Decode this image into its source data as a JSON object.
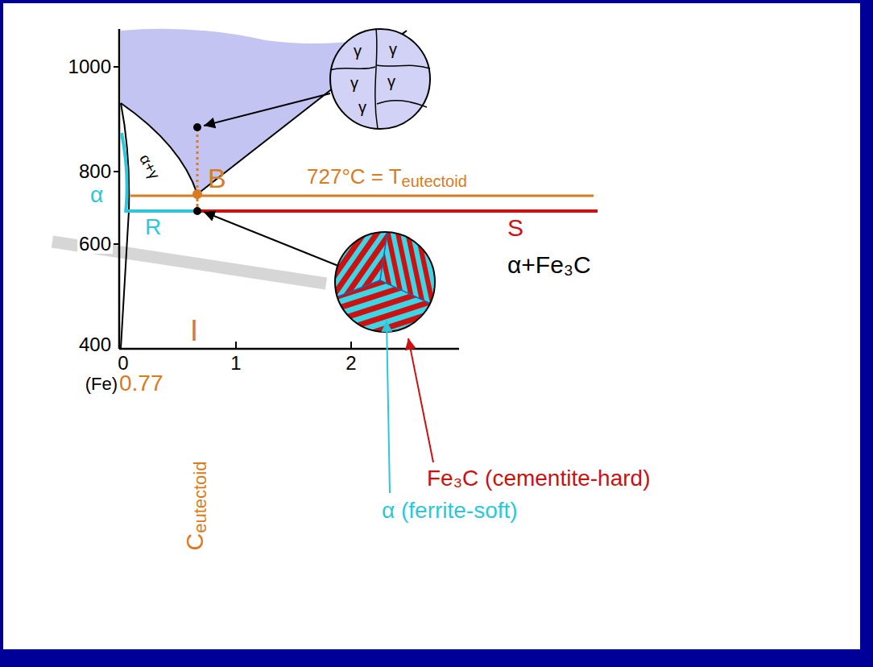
{
  "diagram": {
    "nodes": [
      {
        "text": [
          "γ",
          "γ",
          "γ",
          "γ",
          "γ"
        ]
      }
    ],
    "labels": [
      "1000",
      "800",
      "600",
      "400",
      "0",
      "1",
      "2",
      "(Fe)",
      "0.77",
      "C",
      "eutectoid",
      "727°C = T",
      "eutectoid",
      "α",
      "α+γ",
      "B",
      "R",
      "S",
      "α+Fe₃C",
      "I",
      "Fe₃C (cementite-hard)",
      "α (ferrite-soft)"
    ]
  }
}
